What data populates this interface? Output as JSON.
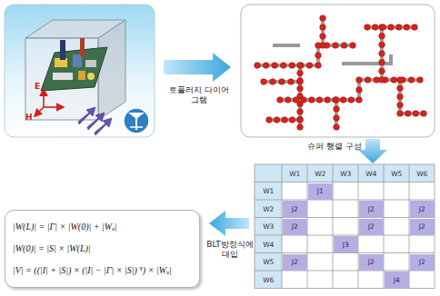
{
  "diagram": {
    "nodes": [
      {
        "text": [
          "|W(L)| = |Γ| × |W(0)| + |Wₛ|",
          "|W(0)| = |S| × |W(L)|",
          "|V| = ((|I| + |S|) × (|I| − |Γ| × |S|)⁻¹) × |Wₛ|"
        ]
      }
    ],
    "labels": [
      "토폴러지 다이어그램",
      "슈퍼 행렬 구성",
      "BLT방정식에 대입",
      "E",
      "H",
      "W1",
      "W2",
      "W3",
      "W4",
      "W5",
      "W6",
      "W1",
      "J1",
      "W2",
      "J2",
      "J2",
      "J2",
      "W3",
      "J2",
      "J2",
      "J2",
      "W4",
      "J3",
      "W5",
      "J2",
      "J2",
      "J2",
      "W6",
      "J4"
    ]
  }
}
